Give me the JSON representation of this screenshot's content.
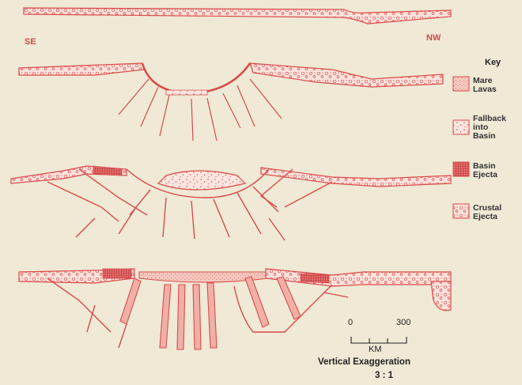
{
  "labels": {
    "southeast": "SE",
    "northwest": "NW"
  },
  "key": {
    "title": "Key",
    "items": [
      {
        "id": "mare",
        "text": "Mare\nLavas"
      },
      {
        "id": "fallback",
        "text": "Fallback\ninto\nBasin"
      },
      {
        "id": "basin",
        "text": "Basin\nEjecta"
      },
      {
        "id": "crustal",
        "text": "Crustal\nEjecta"
      }
    ]
  },
  "scale": {
    "min": "0",
    "max": "300",
    "unit": "KM"
  },
  "caption": {
    "line1": "Vertical Exaggeration",
    "line2": "3 : 1"
  },
  "colors": {
    "ink": "#d94b4b",
    "fill": "#f1b0a6",
    "paper": "#efe9d6"
  }
}
